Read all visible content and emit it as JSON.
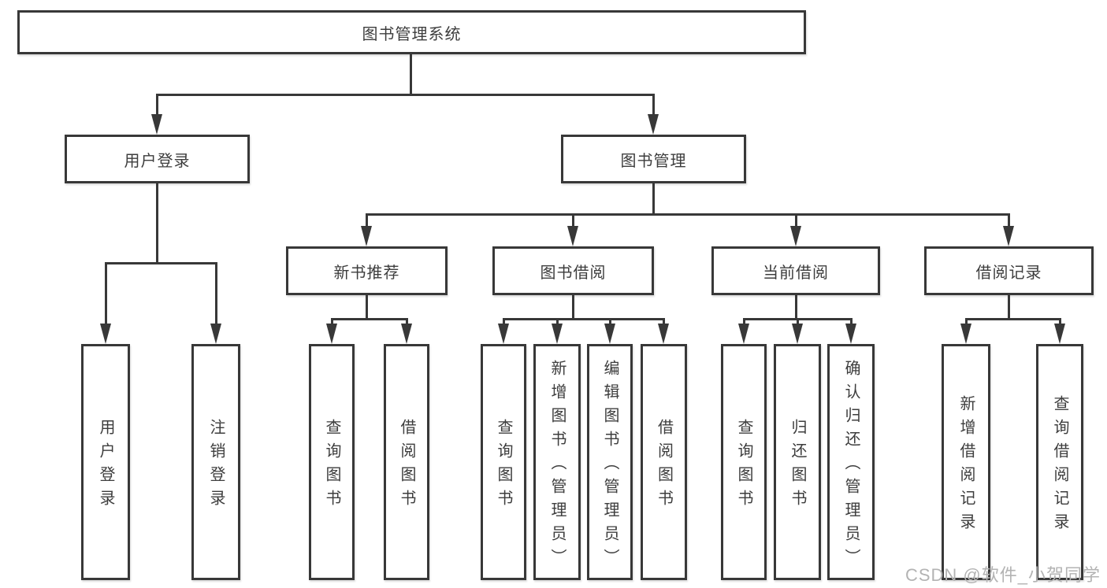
{
  "tree": {
    "label": "图书管理系统",
    "children": [
      {
        "label": "用户登录",
        "children": [
          {
            "label": "用户登录"
          },
          {
            "label": "注销登录"
          }
        ]
      },
      {
        "label": "图书管理",
        "children": [
          {
            "label": "新书推荐",
            "children": [
              {
                "label": "查询图书"
              },
              {
                "label": "借阅图书"
              }
            ]
          },
          {
            "label": "图书借阅",
            "children": [
              {
                "label": "查询图书"
              },
              {
                "label": "新增图书（管理员）"
              },
              {
                "label": "编辑图书（管理员）"
              },
              {
                "label": "借阅图书"
              }
            ]
          },
          {
            "label": "当前借阅",
            "children": [
              {
                "label": "查询图书"
              },
              {
                "label": "归还图书"
              },
              {
                "label": "确认归还（管理员）"
              }
            ]
          },
          {
            "label": "借阅记录",
            "children": [
              {
                "label": "新增借阅记录"
              },
              {
                "label": "查询借阅记录"
              }
            ]
          }
        ]
      }
    ]
  },
  "colors": {
    "line": "#383838",
    "text": "#3d3d3d",
    "background": "#ffffff",
    "watermark": "#b3b3b3"
  },
  "watermark": {
    "text": "CSDN @软件_小贺同学"
  }
}
